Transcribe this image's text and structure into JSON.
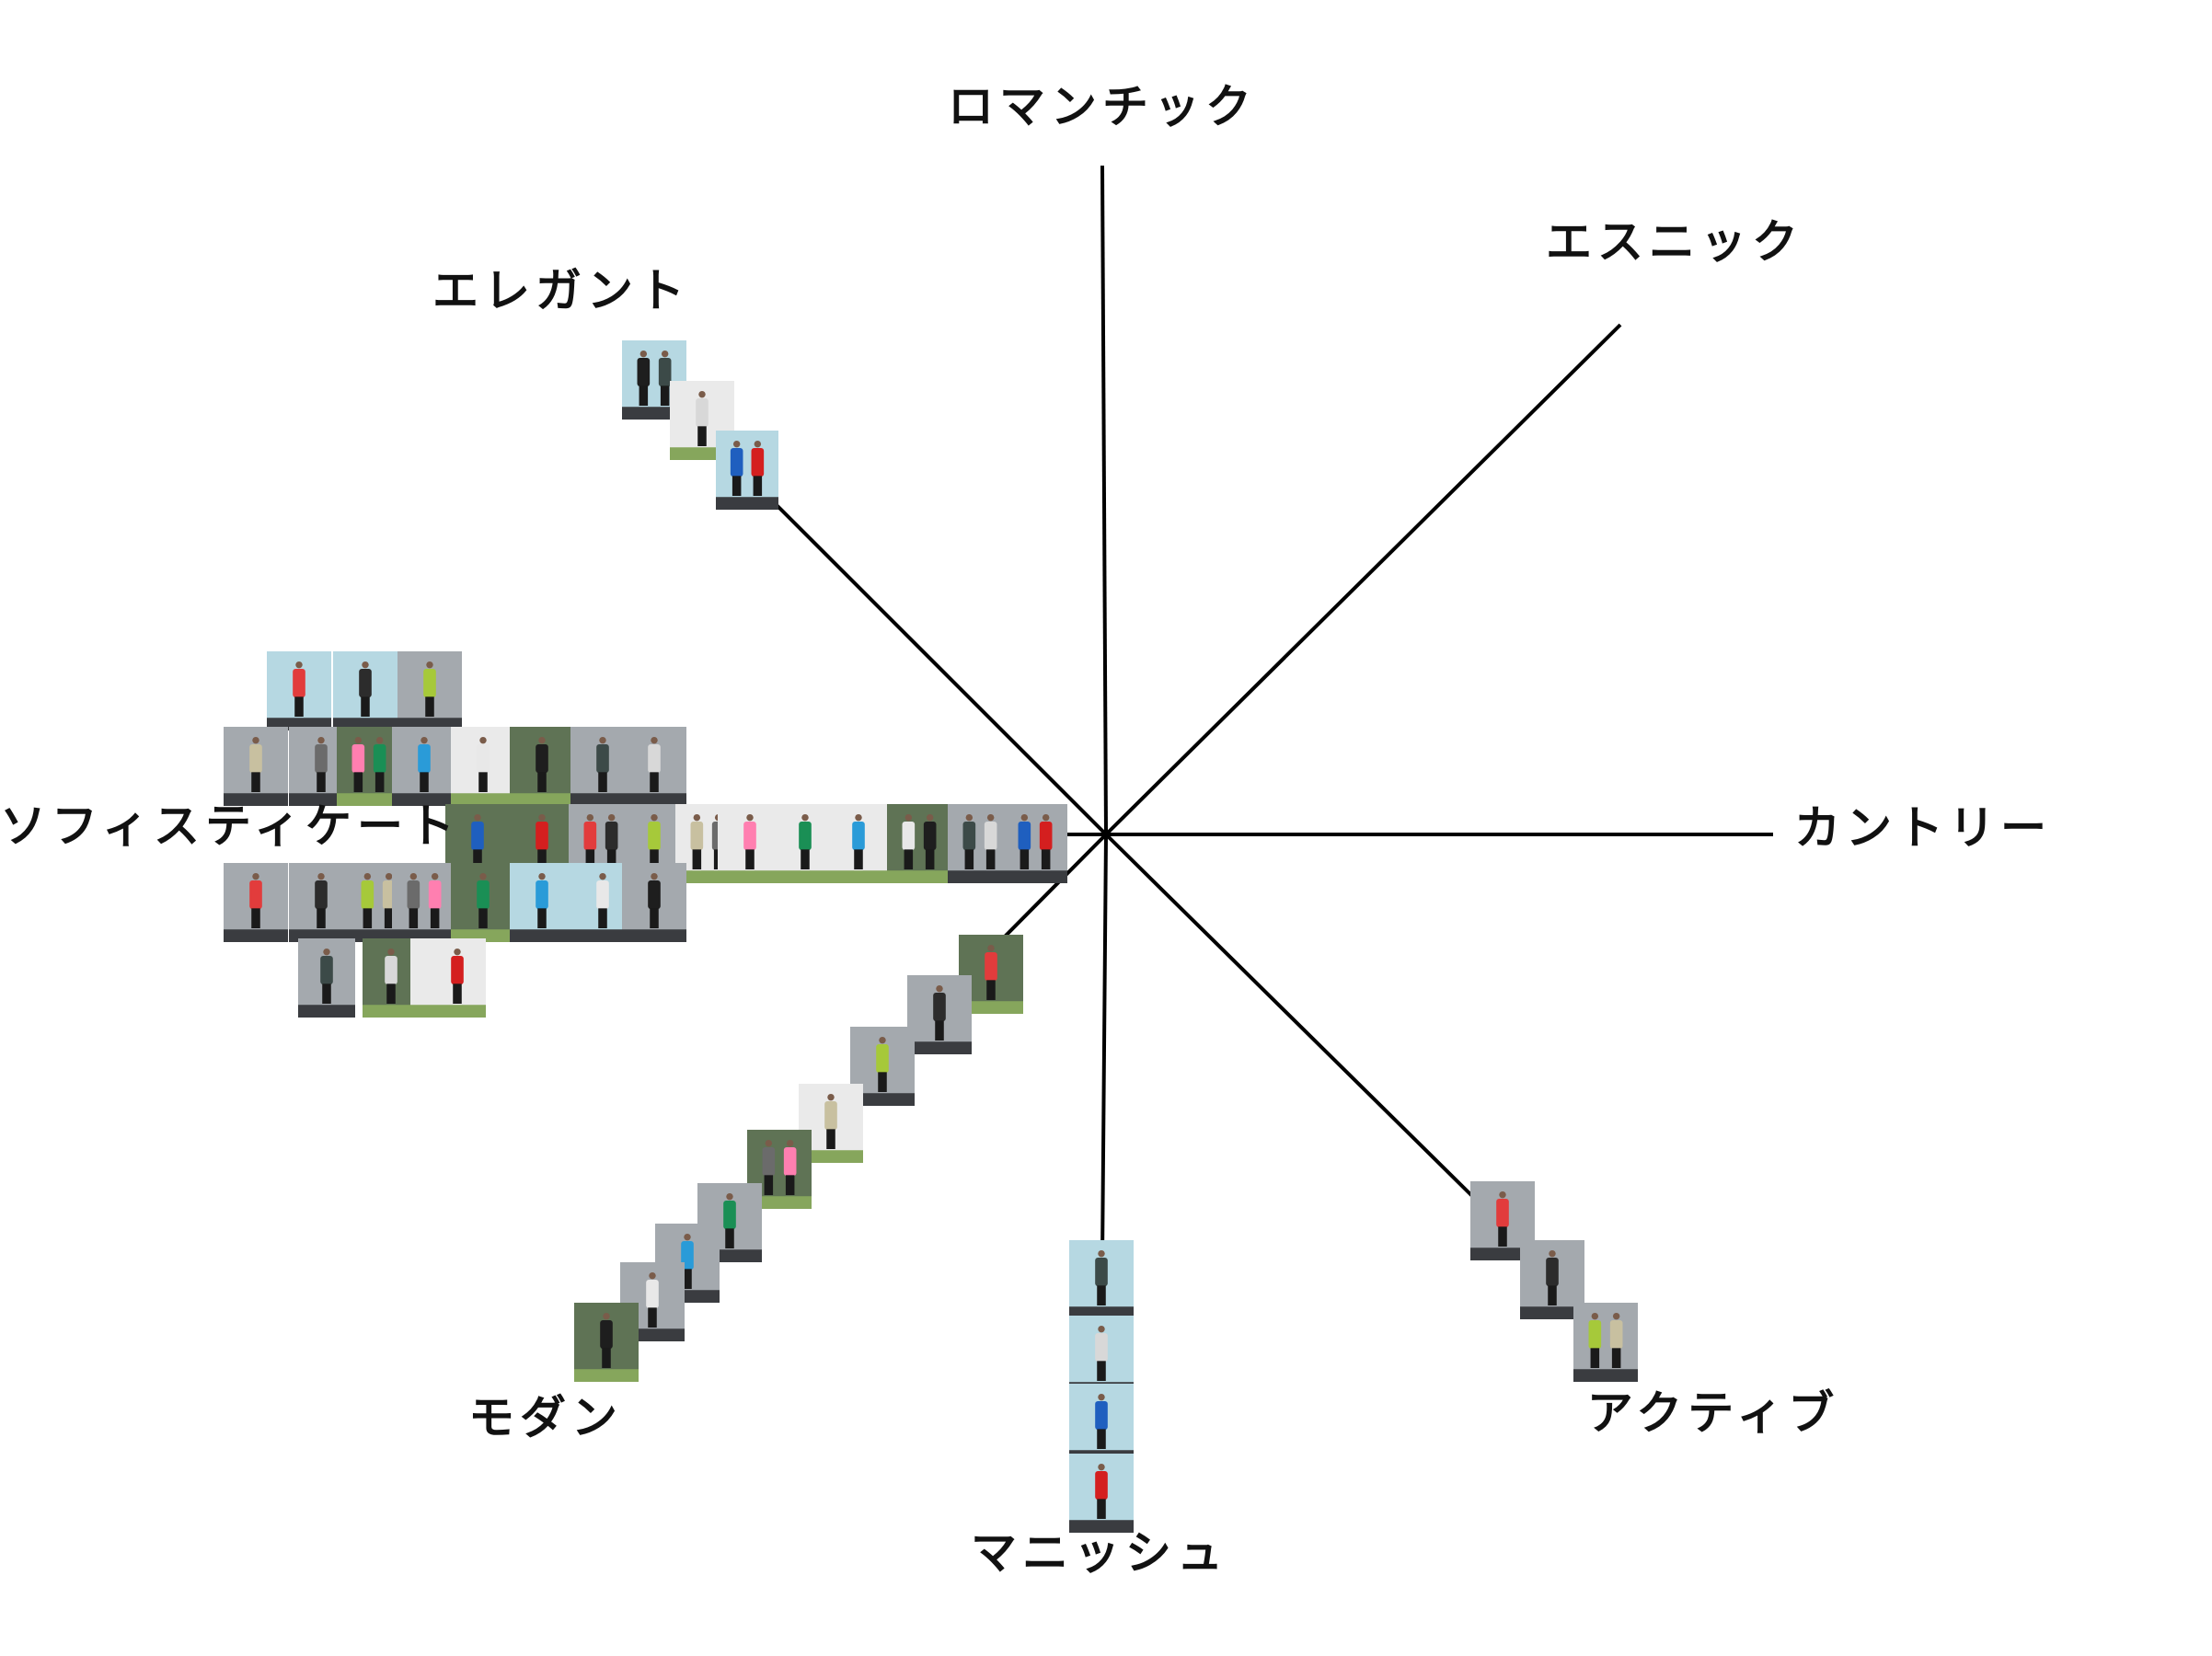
{
  "title": "",
  "axes": [
    {
      "id": "romantic",
      "label": "ロマンチック"
    },
    {
      "id": "ethnic",
      "label": "エスニック"
    },
    {
      "id": "country",
      "label": "カントリー"
    },
    {
      "id": "active",
      "label": "アクティブ"
    },
    {
      "id": "mannish",
      "label": "マニッシュ"
    },
    {
      "id": "modern",
      "label": "モダン"
    },
    {
      "id": "sophisticated",
      "label": "ソフィスティケート"
    },
    {
      "id": "elegant",
      "label": "エレガント"
    }
  ],
  "looks_per_axis": {
    "romantic": 0,
    "ethnic": 0,
    "country": 0,
    "active": 3,
    "mannish": 4,
    "modern": 10,
    "sophisticated": 31,
    "elegant": 3
  },
  "colors": {
    "line": "#000000",
    "label": "#111111",
    "photo_sky": "#b6d8e2",
    "photo_wall": "#a4a9ae",
    "photo_forest": "#5f7355",
    "photo_studio": "#eaeaea",
    "photo_floor": "#3a3c40",
    "photo_grass": "#86a65c"
  }
}
